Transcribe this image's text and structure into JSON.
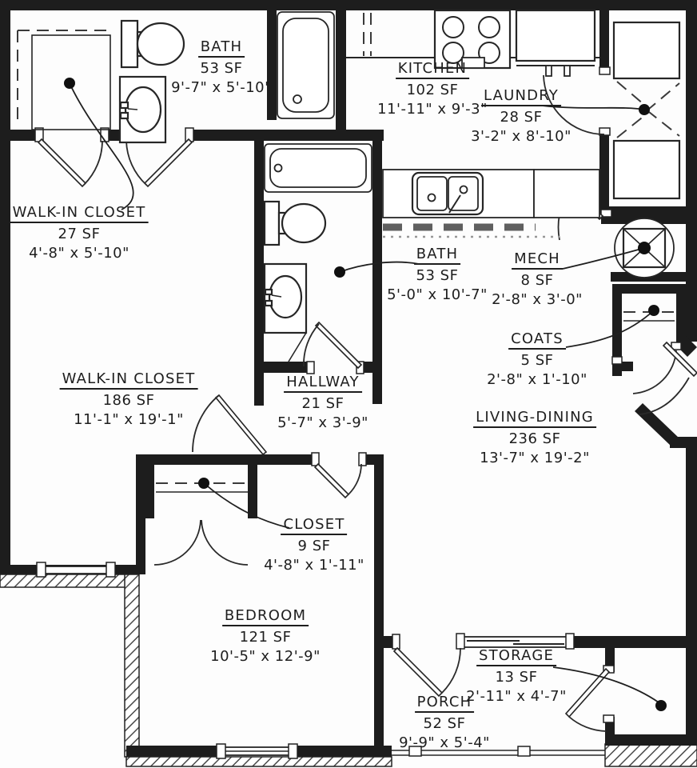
{
  "plan": {
    "units": "SF",
    "rooms": [
      {
        "id": "bath-upper",
        "name": "BATH",
        "area": "53 SF",
        "dims": "9'-7\" x 5'-10\""
      },
      {
        "id": "kitchen",
        "name": "KITCHEN",
        "area": "102 SF",
        "dims": "11'-11\" x 9'-3\""
      },
      {
        "id": "laundry",
        "name": "LAUNDRY",
        "area": "28 SF",
        "dims": "3'-2\" x 8'-10\""
      },
      {
        "id": "walk-in-closet-small",
        "name": "WALK-IN CLOSET",
        "area": "27 SF",
        "dims": "4'-8\" x 5'-10\""
      },
      {
        "id": "bath-main",
        "name": "BATH",
        "area": "53 SF",
        "dims": "5'-0\" x 10'-7\""
      },
      {
        "id": "mech",
        "name": "MECH",
        "area": "8 SF",
        "dims": "2'-8\" x 3'-0\""
      },
      {
        "id": "coats",
        "name": "COATS",
        "area": "5 SF",
        "dims": "2'-8\" x 1'-10\""
      },
      {
        "id": "walk-in-closet-large",
        "name": "WALK-IN CLOSET",
        "area": "186 SF",
        "dims": "11'-1\" x 19'-1\""
      },
      {
        "id": "hallway",
        "name": "HALLWAY",
        "area": "21 SF",
        "dims": "5'-7\" x 3'-9\""
      },
      {
        "id": "living-dining",
        "name": "LIVING-DINING",
        "area": "236 SF",
        "dims": "13'-7\" x 19'-2\""
      },
      {
        "id": "closet",
        "name": "CLOSET",
        "area": "9 SF",
        "dims": "4'-8\" x 1'-11\""
      },
      {
        "id": "bedroom",
        "name": "BEDROOM",
        "area": "121 SF",
        "dims": "10'-5\" x 12'-9\""
      },
      {
        "id": "storage",
        "name": "STORAGE",
        "area": "13 SF",
        "dims": "2'-11\" x 4'-7\""
      },
      {
        "id": "porch",
        "name": "PORCH",
        "area": "52 SF",
        "dims": "9'-9\" x 5'-4\""
      }
    ],
    "colors": {
      "wall": "#1d1d1d",
      "line": "#262626",
      "background": "#fdfdfd"
    }
  }
}
